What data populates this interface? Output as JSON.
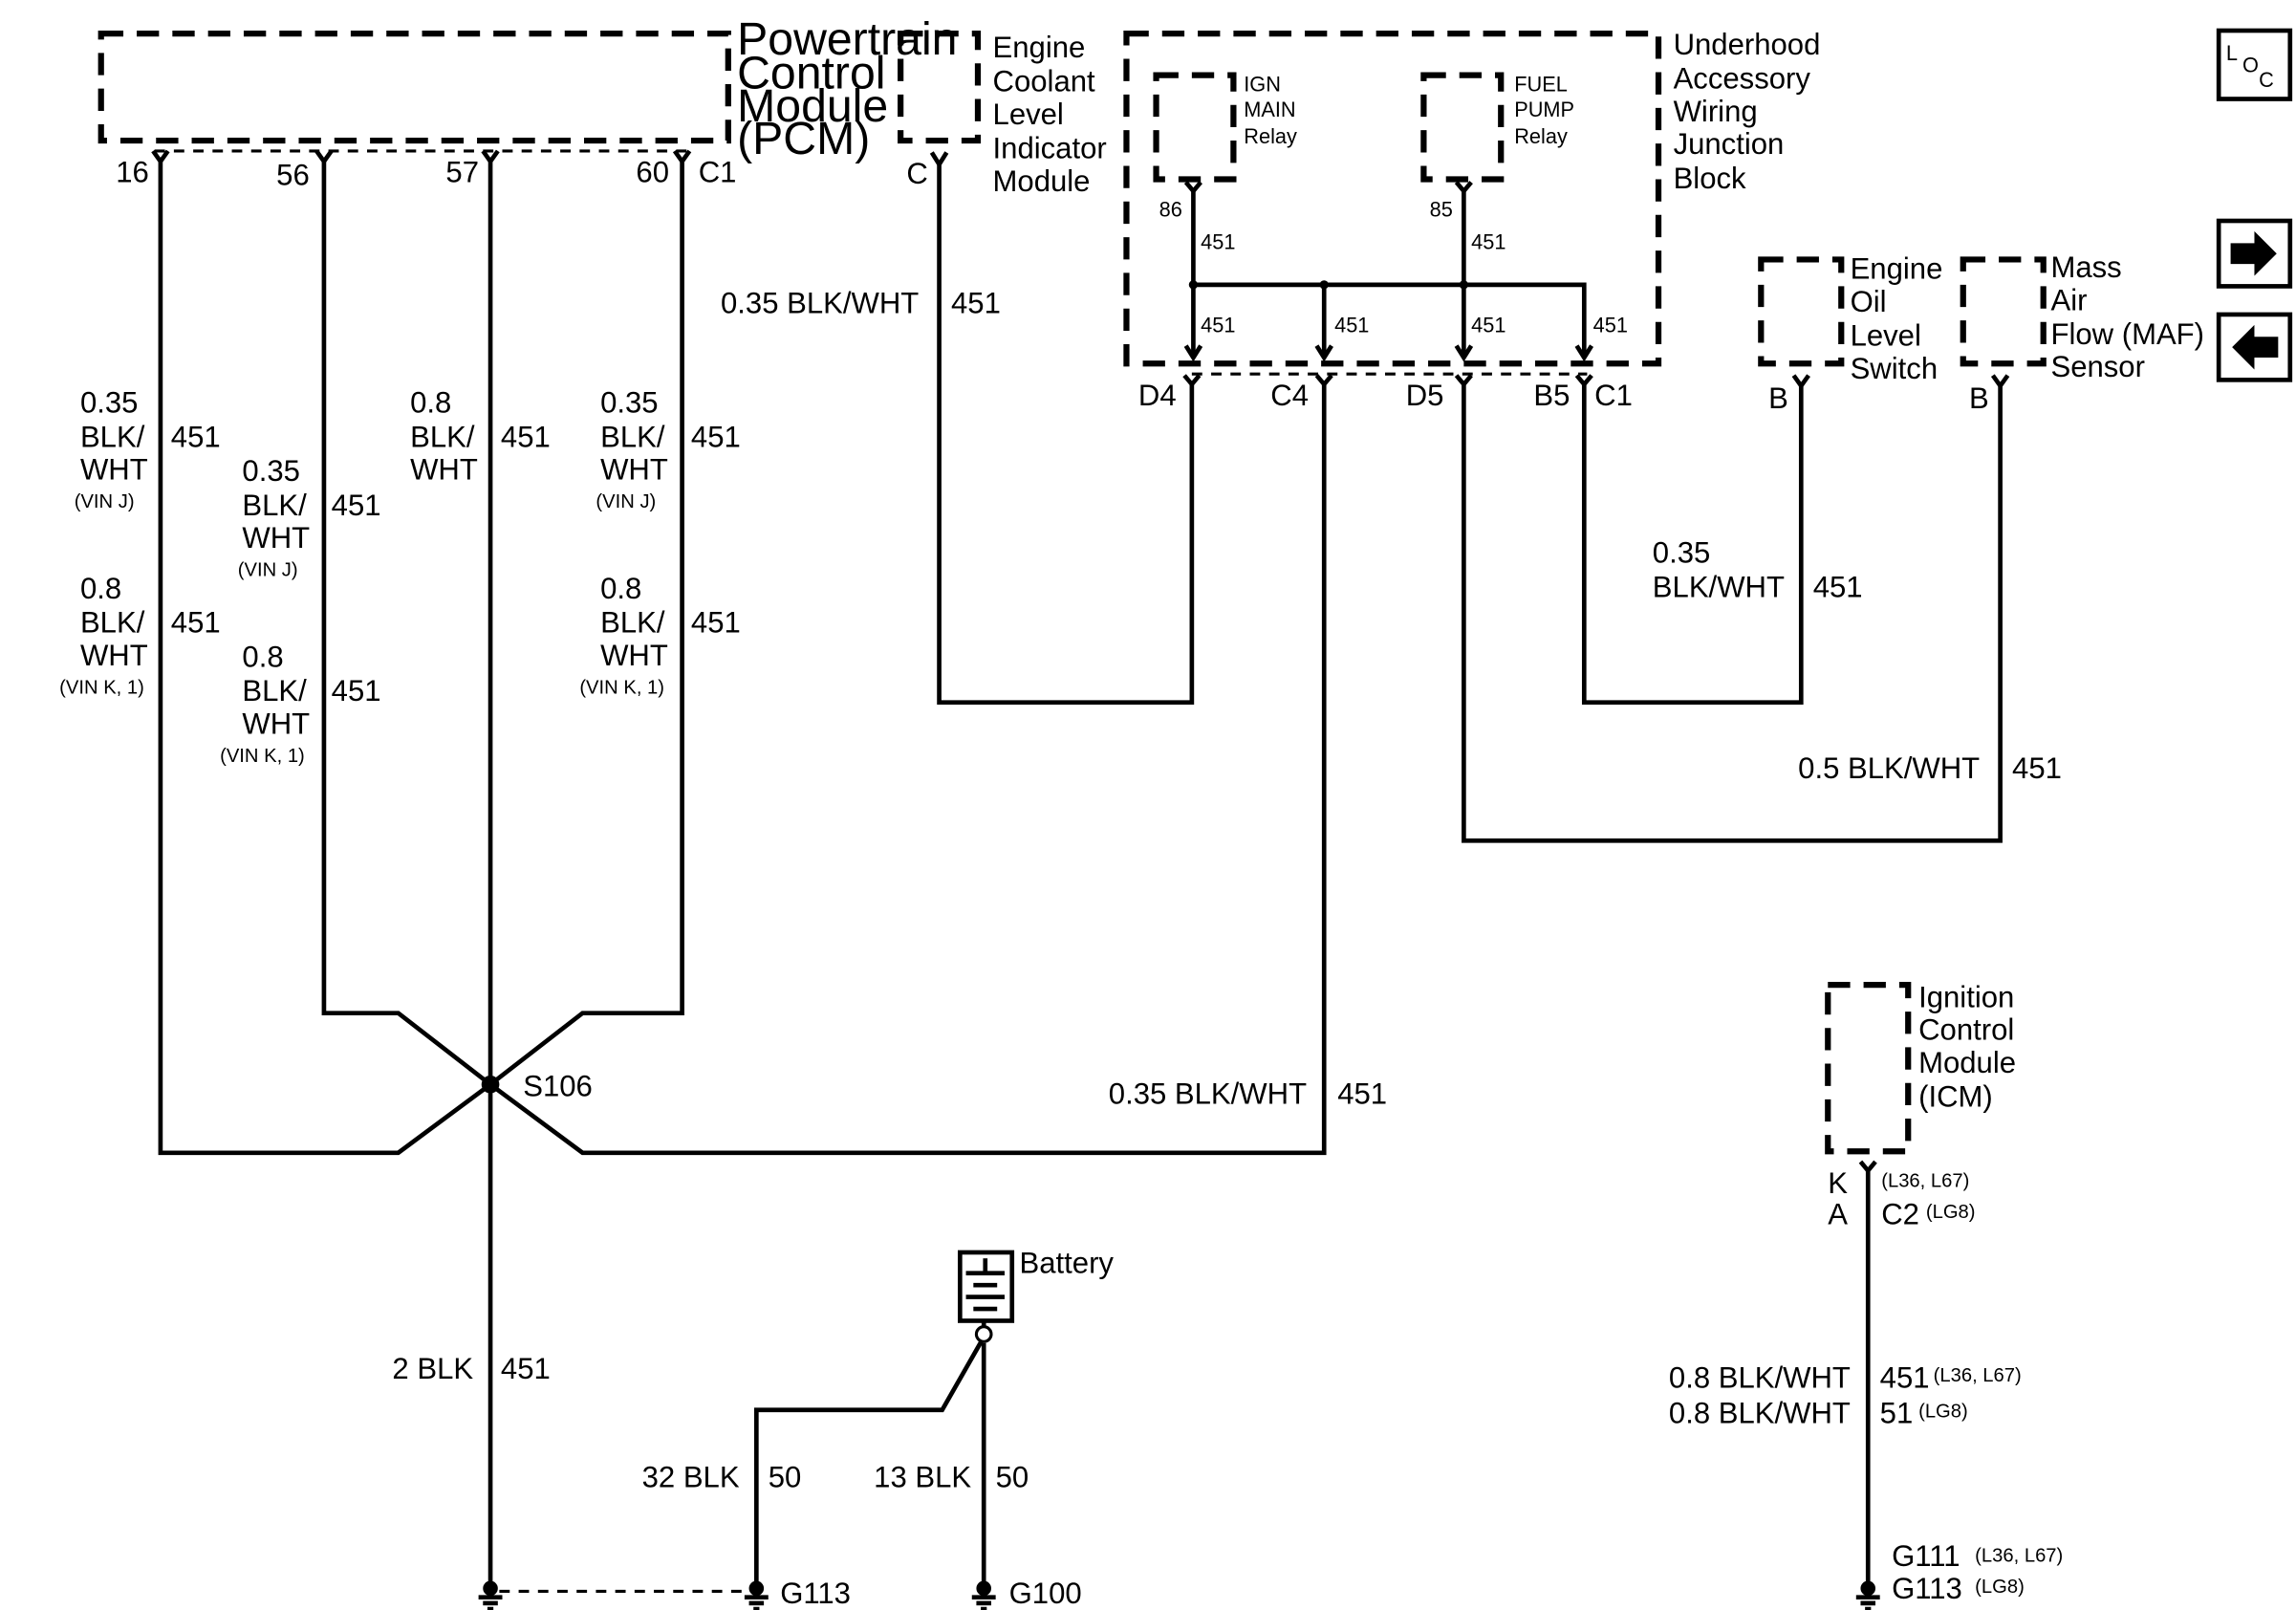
{
  "components": {
    "pcm": [
      "Powertrain",
      "Control",
      "Module",
      "(PCM)"
    ],
    "eclim": [
      "Engine",
      "Coolant",
      "Level",
      "Indicator",
      "Module"
    ],
    "uajb": [
      "Underhood",
      "Accessory",
      "Wiring",
      "Junction",
      "Block"
    ],
    "ign_relay": [
      "IGN",
      "MAIN",
      "Relay"
    ],
    "fuel_relay": [
      "FUEL",
      "PUMP",
      "Relay"
    ],
    "eols": [
      "Engine",
      "Oil",
      "Level",
      "Switch"
    ],
    "maf": [
      "Mass",
      "Air",
      "Flow (MAF)",
      "Sensor"
    ],
    "icm": [
      "Ignition",
      "Control",
      "Module",
      "(ICM)"
    ],
    "battery": "Battery"
  },
  "pins": {
    "pcm_16": "16",
    "pcm_56": "56",
    "pcm_57": "57",
    "pcm_60": "60",
    "pcm_conn": "C1",
    "eclim_c": "C",
    "relay_86": "86",
    "relay_85": "85",
    "jb_d4": "D4",
    "jb_c4": "C4",
    "jb_d5": "D5",
    "jb_b5": "B5",
    "jb_conn": "C1",
    "eols_b": "B",
    "maf_b": "B",
    "icm_k": "K",
    "icm_a": "A",
    "icm_c2": "C2",
    "icm_k_note": "(L36, L67)",
    "icm_c2_note": "(LG8)"
  },
  "circuits": {
    "c451": "451",
    "c50": "50",
    "icm_451": "451",
    "icm_451_note": "(L36, L67)",
    "icm_51": "51",
    "icm_51_note": "(LG8)"
  },
  "wires": {
    "w16": [
      "0.35",
      "BLK/",
      "WHT"
    ],
    "w16_note": "(VIN J)",
    "w16b": [
      "0.8",
      "BLK/",
      "WHT"
    ],
    "w16b_note": "(VIN K, 1)",
    "w56": [
      "0.35",
      "BLK/",
      "WHT"
    ],
    "w56_note": "(VIN J)",
    "w56b": [
      "0.8",
      "BLK/",
      "WHT"
    ],
    "w56b_note": "(VIN K, 1)",
    "w57": [
      "0.8",
      "BLK/",
      "WHT"
    ],
    "w60": [
      "0.35",
      "BLK/",
      "WHT"
    ],
    "w60_note": "(VIN J)",
    "w60b": [
      "0.8",
      "BLK/",
      "WHT"
    ],
    "w60b_note": "(VIN K, 1)",
    "eclim_wire": "0.35 BLK/WHT",
    "eols_wire": [
      "0.35",
      "BLK/WHT"
    ],
    "maf_wire": "0.5 BLK/WHT",
    "c4_wire": "0.35 BLK/WHT",
    "ground_wire": "2 BLK",
    "batt_32": "32 BLK",
    "batt_13": "13 BLK",
    "icm_wire_1": "0.8 BLK/WHT",
    "icm_wire_2": "0.8 BLK/WHT"
  },
  "splice": "S106",
  "grounds": {
    "g113": "G113",
    "g100": "G100",
    "g111": "G111",
    "g111_note": "(L36, L67)",
    "g113b": "G113",
    "g113b_note": "(LG8)"
  },
  "nav": {
    "loc_main": "L",
    "loc_sub": "O",
    "loc_sub2": "C"
  }
}
